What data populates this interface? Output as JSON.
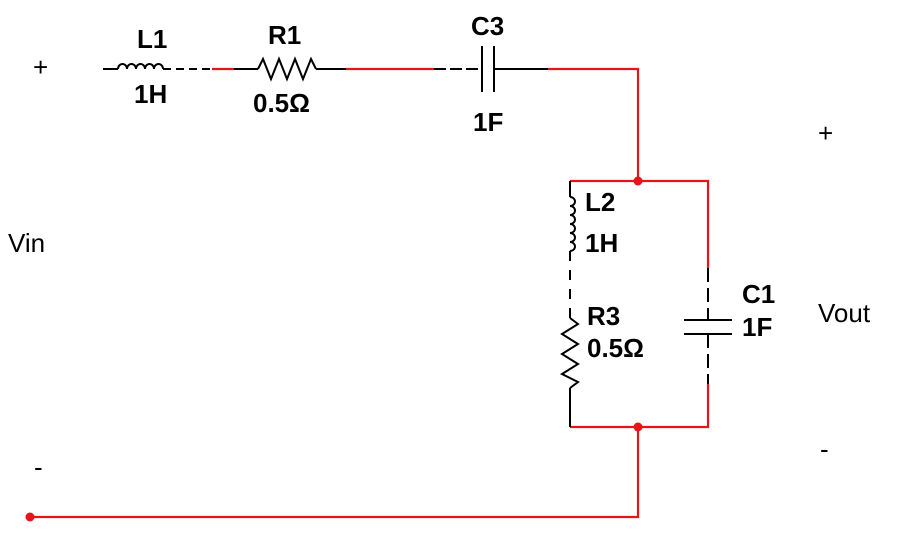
{
  "input": {
    "plus": "+",
    "minus": "-",
    "label": "Vin"
  },
  "output": {
    "plus": "+",
    "minus": "-",
    "label": "Vout"
  },
  "components": {
    "L1": {
      "name": "L1",
      "value": "1H"
    },
    "R1": {
      "name": "R1",
      "value": "0.5Ω"
    },
    "C3": {
      "name": "C3",
      "value": "1F"
    },
    "L2": {
      "name": "L2",
      "value": "1H"
    },
    "R3": {
      "name": "R3",
      "value": "0.5Ω"
    },
    "C1": {
      "name": "C1",
      "value": "1F"
    }
  },
  "colors": {
    "wire": "#e8141c",
    "component": "#000000"
  }
}
